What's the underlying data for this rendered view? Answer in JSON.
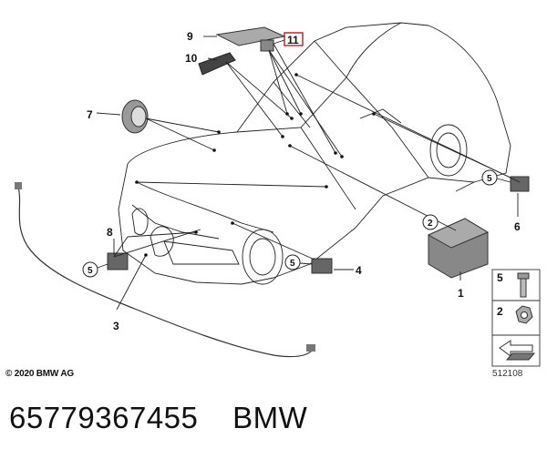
{
  "diagram": {
    "callouts": [
      {
        "id": "callout-1",
        "text": "1"
      },
      {
        "id": "callout-2",
        "text": "2"
      },
      {
        "id": "callout-3",
        "text": "3"
      },
      {
        "id": "callout-4",
        "text": "4"
      },
      {
        "id": "callout-5",
        "text": "5"
      },
      {
        "id": "callout-6",
        "text": "6"
      },
      {
        "id": "callout-7",
        "text": "7"
      },
      {
        "id": "callout-8",
        "text": "8"
      },
      {
        "id": "callout-9",
        "text": "9"
      },
      {
        "id": "callout-10",
        "text": "10"
      },
      {
        "id": "callout-11",
        "text": "11"
      }
    ],
    "circle_refs": [
      "5",
      "5",
      "5",
      "2"
    ],
    "legend": [
      "5",
      "2"
    ],
    "copyright": "© 2020 BMW AG",
    "diagram_number": "512108"
  },
  "footer": {
    "part_number": "65779367455",
    "brand": "BMW"
  },
  "colors": {
    "highlight_box": "#c0282d",
    "line": "#222222",
    "part_fill": "#555555"
  }
}
